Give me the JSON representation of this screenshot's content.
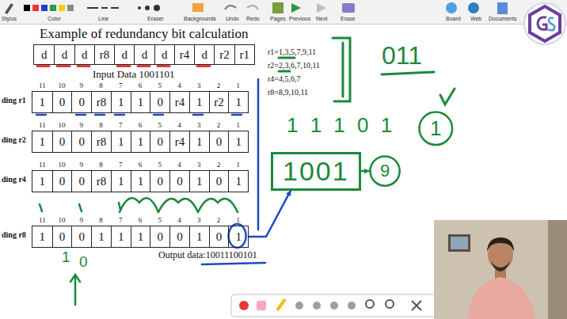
{
  "diagram": {
    "title": "Example of redundancy bit calculation",
    "nodes": [
      {
        "text": [
          "d",
          "d",
          "d",
          "r8",
          "d",
          "d",
          "d",
          "r4",
          "d",
          "r2",
          "r1"
        ]
      },
      {
        "text": [
          "1",
          "0",
          "0",
          "r8",
          "1",
          "1",
          "0",
          "r4",
          "1",
          "r2",
          "1"
        ]
      },
      {
        "text": [
          "1",
          "0",
          "0",
          "r8",
          "1",
          "1",
          "0",
          "r4",
          "1",
          "0",
          "1"
        ]
      },
      {
        "text": [
          "1",
          "0",
          "0",
          "r8",
          "1",
          "1",
          "0",
          "0",
          "1",
          "0",
          "1"
        ]
      },
      {
        "text": [
          "1",
          "0",
          "0",
          "1",
          "1",
          "1",
          "0",
          "0",
          "1",
          "0",
          "1"
        ]
      },
      {
        "text": [
          "1001"
        ]
      },
      {
        "text": [
          "9"
        ]
      },
      {
        "text": [
          "1"
        ]
      }
    ],
    "edges": [
      {
        "from": 4,
        "to": 5,
        "arrow": "to"
      },
      {
        "from": 5,
        "to": 6,
        "arrow": "to"
      }
    ],
    "labels": [
      "Stylus",
      "Color",
      "Line",
      "Eraser",
      "Backgrounds",
      "Undo",
      "Redo",
      "Pages",
      "Previous",
      "Next",
      "Erase",
      "Board",
      "Web",
      "Documents",
      "Input Data 1001101",
      "r1=1,3,5,7,9,11",
      "r2=2,3,6,7,10,11",
      "r4=4,5,6,7",
      "r8=8,9,10,11",
      "ding r1",
      "ding r2",
      "ding r4",
      "ding r8",
      "11",
      "10",
      "9",
      "8",
      "7",
      "6",
      "5",
      "4",
      "3",
      "2",
      "1",
      "11",
      "10",
      "9",
      "8",
      "7",
      "6",
      "5",
      "4",
      "3",
      "2",
      "1",
      "11",
      "10",
      "9",
      "8",
      "7",
      "6",
      "5",
      "4",
      "3",
      "2",
      "1",
      "11",
      "10",
      "9",
      "8",
      "7",
      "6",
      "5",
      "4",
      "3",
      "2",
      "1",
      "Output data:10011100101",
      "011",
      "1 1 1 0 1",
      "1",
      "0"
    ]
  }
}
